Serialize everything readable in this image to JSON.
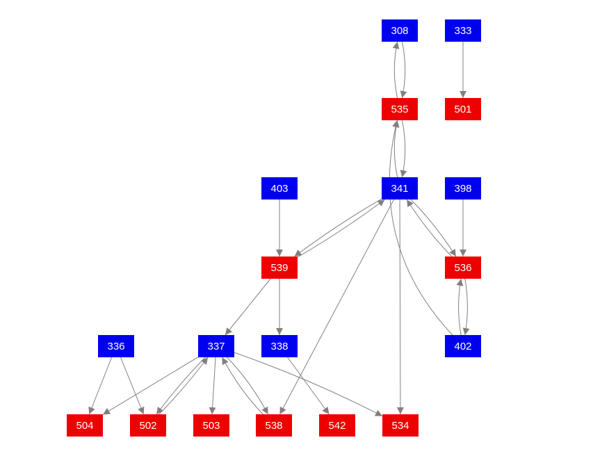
{
  "colors": {
    "blue": "#0000ee",
    "red": "#ee0000",
    "edge": "#808080",
    "label": "#ffffff"
  },
  "nodes": [
    {
      "id": "308",
      "label": "308",
      "color": "blue"
    },
    {
      "id": "333",
      "label": "333",
      "color": "blue"
    },
    {
      "id": "535",
      "label": "535",
      "color": "red"
    },
    {
      "id": "501",
      "label": "501",
      "color": "red"
    },
    {
      "id": "403",
      "label": "403",
      "color": "blue"
    },
    {
      "id": "341",
      "label": "341",
      "color": "blue"
    },
    {
      "id": "398",
      "label": "398",
      "color": "blue"
    },
    {
      "id": "539",
      "label": "539",
      "color": "red"
    },
    {
      "id": "536",
      "label": "536",
      "color": "red"
    },
    {
      "id": "336",
      "label": "336",
      "color": "blue"
    },
    {
      "id": "337",
      "label": "337",
      "color": "blue"
    },
    {
      "id": "338",
      "label": "338",
      "color": "blue"
    },
    {
      "id": "402",
      "label": "402",
      "color": "blue"
    },
    {
      "id": "504",
      "label": "504",
      "color": "red"
    },
    {
      "id": "502",
      "label": "502",
      "color": "red"
    },
    {
      "id": "503",
      "label": "503",
      "color": "red"
    },
    {
      "id": "538",
      "label": "538",
      "color": "red"
    },
    {
      "id": "542",
      "label": "542",
      "color": "red"
    },
    {
      "id": "534",
      "label": "534",
      "color": "red"
    }
  ],
  "edges": [
    {
      "from": "308",
      "to": "535"
    },
    {
      "from": "535",
      "to": "308"
    },
    {
      "from": "333",
      "to": "501"
    },
    {
      "from": "535",
      "to": "341"
    },
    {
      "from": "341",
      "to": "535"
    },
    {
      "from": "402",
      "to": "535"
    },
    {
      "from": "403",
      "to": "539"
    },
    {
      "from": "341",
      "to": "539"
    },
    {
      "from": "539",
      "to": "341"
    },
    {
      "from": "341",
      "to": "536"
    },
    {
      "from": "536",
      "to": "341"
    },
    {
      "from": "398",
      "to": "536"
    },
    {
      "from": "341",
      "to": "538"
    },
    {
      "from": "341",
      "to": "534"
    },
    {
      "from": "539",
      "to": "337"
    },
    {
      "from": "539",
      "to": "338"
    },
    {
      "from": "536",
      "to": "402"
    },
    {
      "from": "402",
      "to": "536"
    },
    {
      "from": "336",
      "to": "504"
    },
    {
      "from": "336",
      "to": "502"
    },
    {
      "from": "337",
      "to": "504"
    },
    {
      "from": "337",
      "to": "502"
    },
    {
      "from": "502",
      "to": "337"
    },
    {
      "from": "337",
      "to": "503"
    },
    {
      "from": "337",
      "to": "538"
    },
    {
      "from": "538",
      "to": "337"
    },
    {
      "from": "337",
      "to": "534"
    },
    {
      "from": "338",
      "to": "542"
    }
  ]
}
